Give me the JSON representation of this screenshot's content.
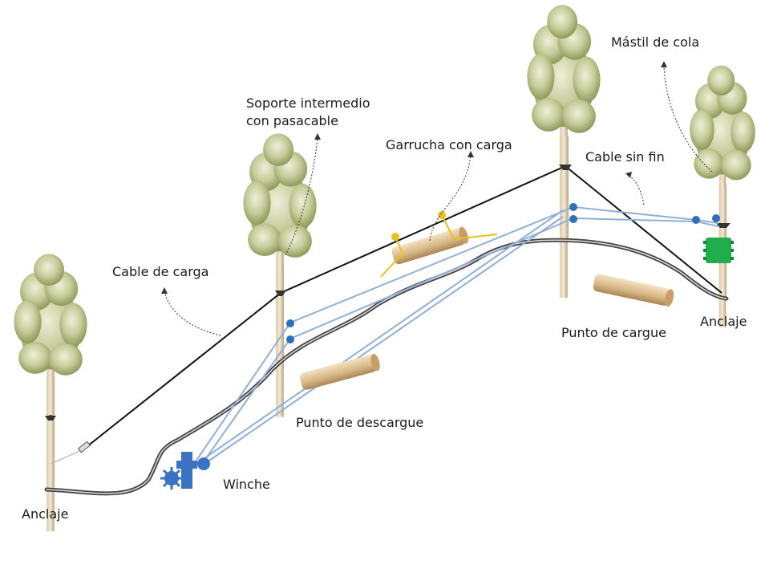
{
  "labels": {
    "anchor_left": "Anclaje",
    "load_cable": "Cable de carga",
    "support_line1": "Soporte intermedio",
    "support_line2": "con pasacable",
    "pulley": "Garrucha con carga",
    "unload_point": "Punto de descargue",
    "winch": "Winche",
    "tail_mast": "Mástil de cola",
    "endless_cable": "Cable sin fin",
    "load_point": "Punto de cargue",
    "anchor_right": "Anclaje"
  },
  "icons": {
    "tree": "tree-icon",
    "winch": "winch-gear-icon",
    "log": "log-icon",
    "pulley": "pulley-icon",
    "tail_block": "tail-block-icon"
  },
  "colors": {
    "load_cable": "#111111",
    "endless_cable": "#8fb0d8",
    "pulley_wheel": "#2f6fba",
    "winch": "#3b73c4",
    "tail_block": "#1fae4b",
    "hook": "#e5c21f",
    "ground": "#555555",
    "log_wood": "#d9b98a",
    "foliage": "#a8b27a"
  }
}
